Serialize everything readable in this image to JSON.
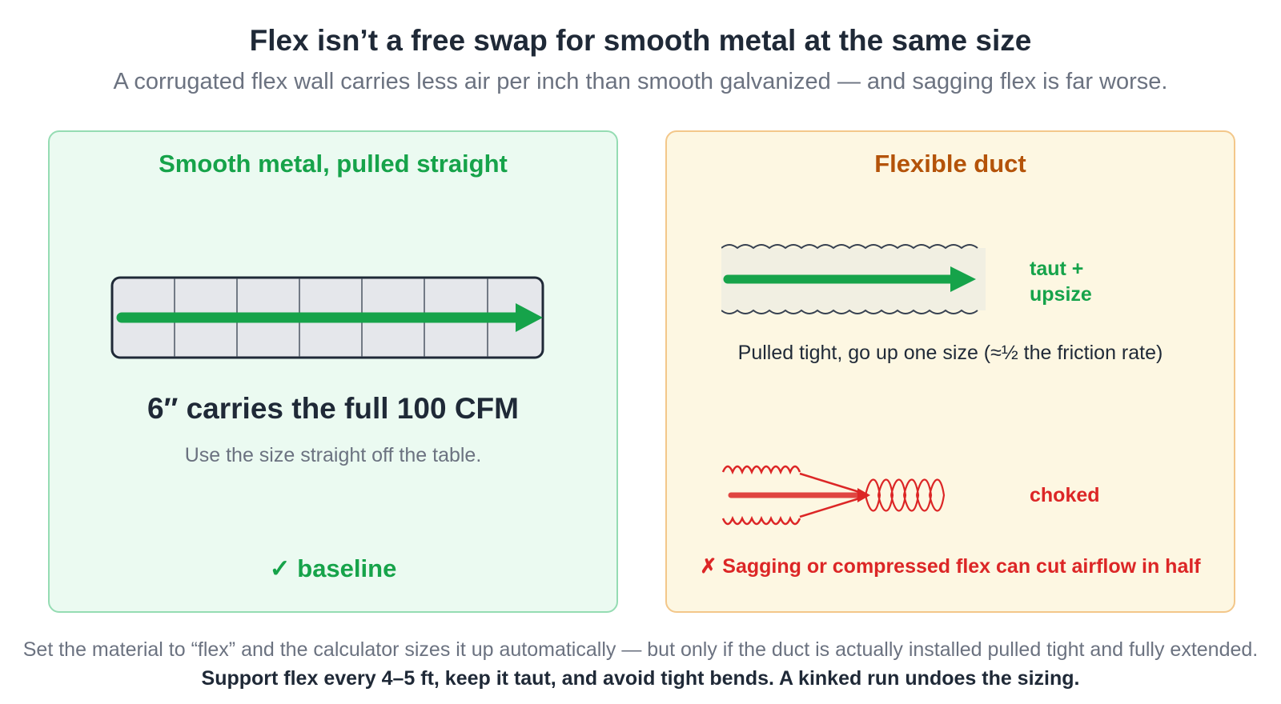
{
  "header": {
    "title": "Flex isn’t a free swap for smooth metal at the same size",
    "subtitle": "A corrugated flex wall carries less air per inch than smooth galvanized — and sagging flex is far worse."
  },
  "left_panel": {
    "title": "Smooth metal, pulled straight",
    "stat": "6″ carries the full 100 CFM",
    "note": "Use the size straight off the table.",
    "verdict": "✓ baseline"
  },
  "right_panel": {
    "title": "Flexible duct",
    "taut_label_line1": "taut +",
    "taut_label_line2": "upsize",
    "taut_caption": "Pulled tight, go up one size (≈½ the friction rate)",
    "choke_label": "choked",
    "warning": "✗ Sagging or compressed flex can cut airflow in half"
  },
  "footer": {
    "line1": "Set the material to “flex” and the calculator sizes it up automatically — but only if the duct is actually installed pulled tight and fully extended.",
    "line2": "Support flex every 4–5 ft, keep it taut, and avoid tight bends. A kinked run undoes the sizing."
  },
  "colors": {
    "green": "#16a34a",
    "orange": "#b45309",
    "red": "#dc2626",
    "left_bg": "#ebfaf1",
    "right_bg": "#fdf7e2"
  }
}
